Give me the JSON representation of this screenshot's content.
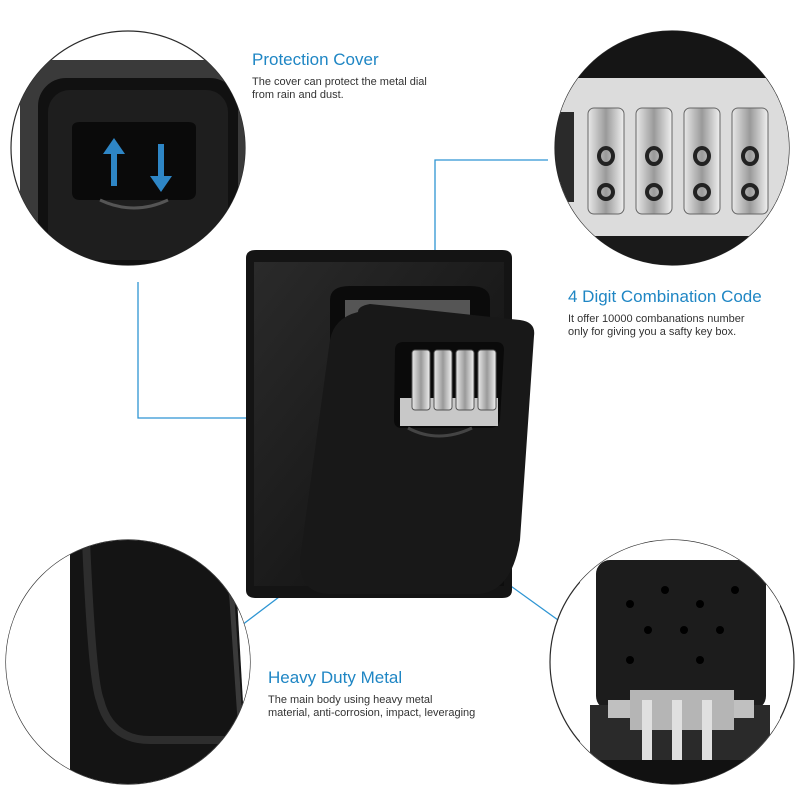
{
  "callouts": {
    "protection": {
      "title": "Protection Cover",
      "desc_line1": "The cover can protect the metal dial",
      "desc_line2": "from rain and dust."
    },
    "combination": {
      "title": "4 Digit Combination Code",
      "desc_line1": "It offer 10000 combanations number",
      "desc_line2": "only for giving you a safty key box."
    },
    "metal": {
      "title": "Heavy Duty Metal",
      "desc_line1": "The main body using heavy metal",
      "desc_line2": "material, anti-corrosion, impact, leveraging"
    }
  },
  "colors": {
    "accent": "#1f86c4",
    "body": "#1a1a1a",
    "text": "#333333"
  },
  "icons": [
    "up-arrow-icon",
    "down-arrow-icon"
  ]
}
